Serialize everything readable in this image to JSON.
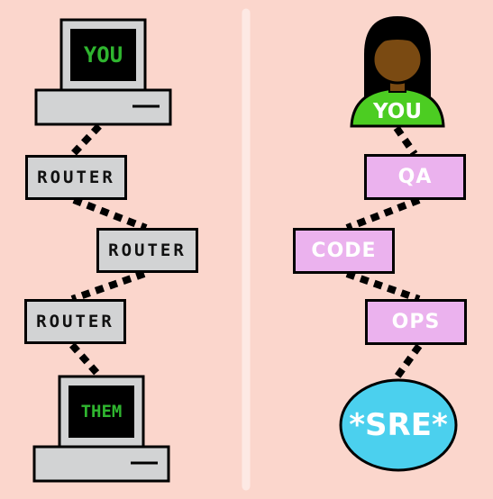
{
  "left_column": {
    "top_computer_label": "YOU",
    "routers": [
      "ROUTER",
      "ROUTER",
      "ROUTER"
    ],
    "bottom_computer_label": "THEM"
  },
  "right_column": {
    "person_label": "YOU",
    "steps": [
      "QA",
      "CODE",
      "OPS"
    ],
    "end_label": "*SRE*"
  },
  "colors": {
    "background": "#fbd6cc",
    "router_fill": "#d2d3d4",
    "step_fill": "#ebb2ee",
    "screen_text": "#2fb52f",
    "person_shirt": "#4ccd22",
    "sre_fill": "#4bd0ee",
    "divider": "#fde9e4"
  }
}
